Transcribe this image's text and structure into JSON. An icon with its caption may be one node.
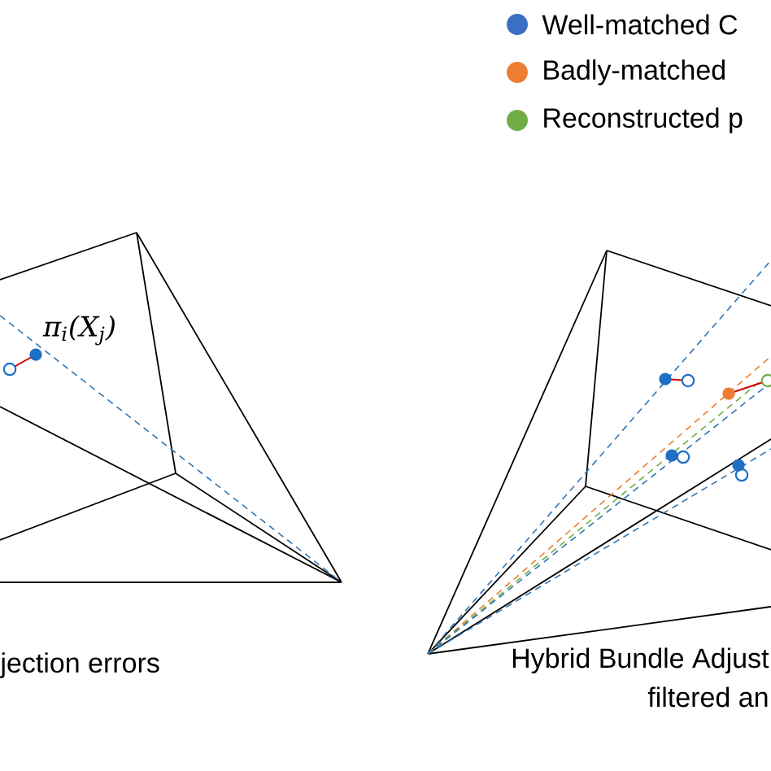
{
  "diagram": {
    "labels": [
      "π$_{i}$(X$_{j}$)",
      "jection errors",
      "Hybrid Bundle Adjust filtered an"
    ],
    "legend": [
      {
        "text": "Well-matched C",
        "color": "#3a6fc4"
      },
      {
        "text": "Badly-matched",
        "color": "#ed7d31"
      },
      {
        "text": "Reconstructed p",
        "color": "#70ad47"
      }
    ]
  }
}
